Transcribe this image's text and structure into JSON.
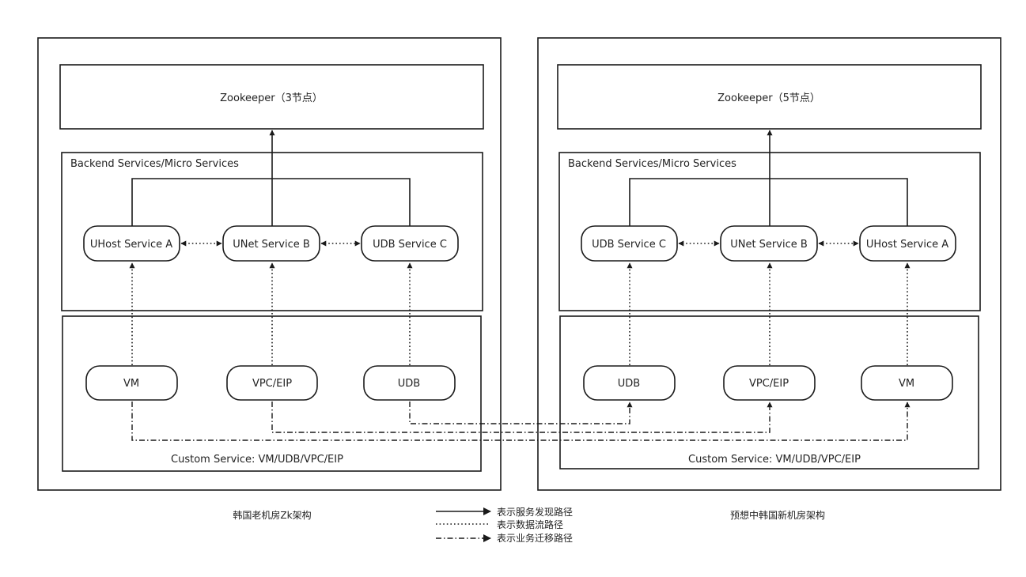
{
  "left": {
    "zookeeper": "Zookeeper（3节点）",
    "backend_title": "Backend Services/Micro Services",
    "services": [
      "UHost Service A",
      "UNet Service B",
      "UDB Service C"
    ],
    "customs": [
      "VM",
      "VPC/EIP",
      "UDB"
    ],
    "custom_title": "Custom Service: VM/UDB/VPC/EIP",
    "caption": "韩国老机房Zk架构"
  },
  "right": {
    "zookeeper": "Zookeeper（5节点）",
    "backend_title": "Backend Services/Micro Services",
    "services": [
      "UDB Service C",
      "UNet Service B",
      "UHost Service A"
    ],
    "customs": [
      "UDB",
      "VPC/EIP",
      "VM"
    ],
    "custom_title": "Custom Service: VM/UDB/VPC/EIP",
    "caption": "预想中韩国新机房架构"
  },
  "legend": [
    "表示服务发现路径",
    "表示数据流路径",
    "表示业务迁移路径"
  ]
}
